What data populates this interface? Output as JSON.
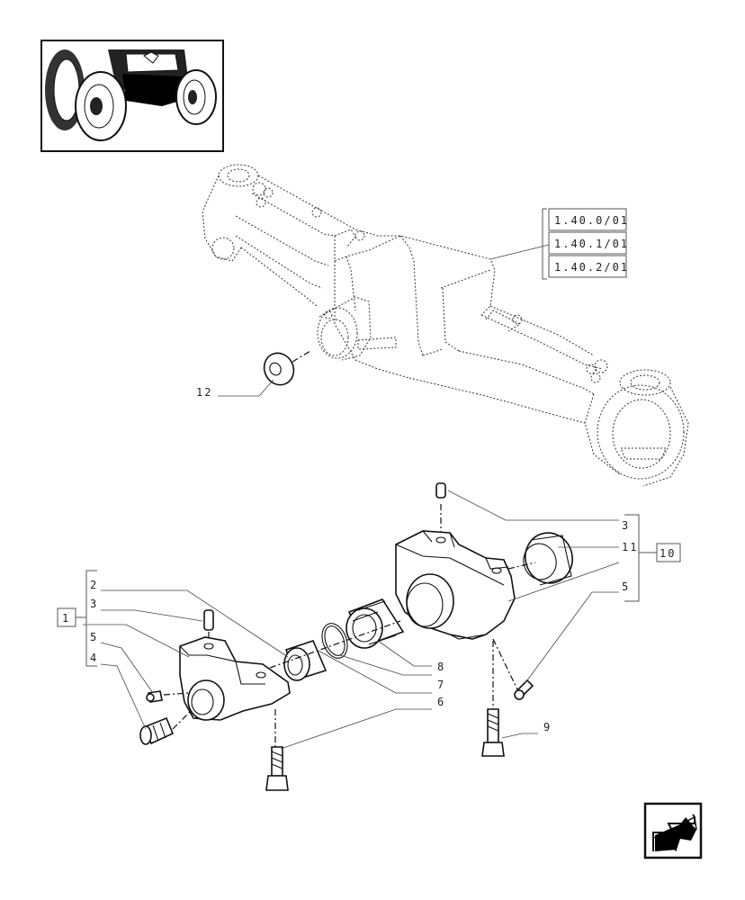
{
  "thumbnail": {
    "icon": "tractor-front-axle-thumbnail"
  },
  "references": [
    "1.40.0/01",
    "1.40.1/01",
    "1.40.2/01"
  ],
  "callouts": {
    "c12": "12",
    "c1": "1",
    "c2": "2",
    "c3_left": "3",
    "c5_left": "5",
    "c4": "4",
    "c3_right": "3",
    "c11": "11",
    "c10": "10",
    "c5_right": "5",
    "c8": "8",
    "c7": "7",
    "c6": "6",
    "c9": "9"
  },
  "navigation": {
    "icon": "next-page-arrow-icon"
  }
}
